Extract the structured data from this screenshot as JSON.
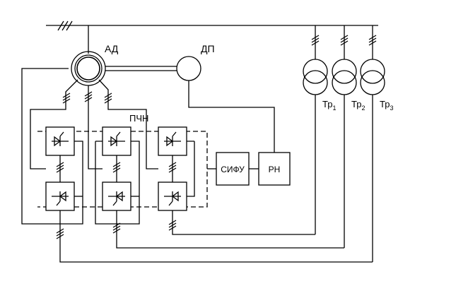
{
  "labels": {
    "motor": "АД",
    "dc_motor": "ДП",
    "converter": "ПЧН",
    "phase_control": "СИФУ",
    "regulator": "РН",
    "transformers": [
      {
        "base": "Тр",
        "sub": "1"
      },
      {
        "base": "Тр",
        "sub": "2"
      },
      {
        "base": "Тр",
        "sub": "3"
      }
    ]
  }
}
